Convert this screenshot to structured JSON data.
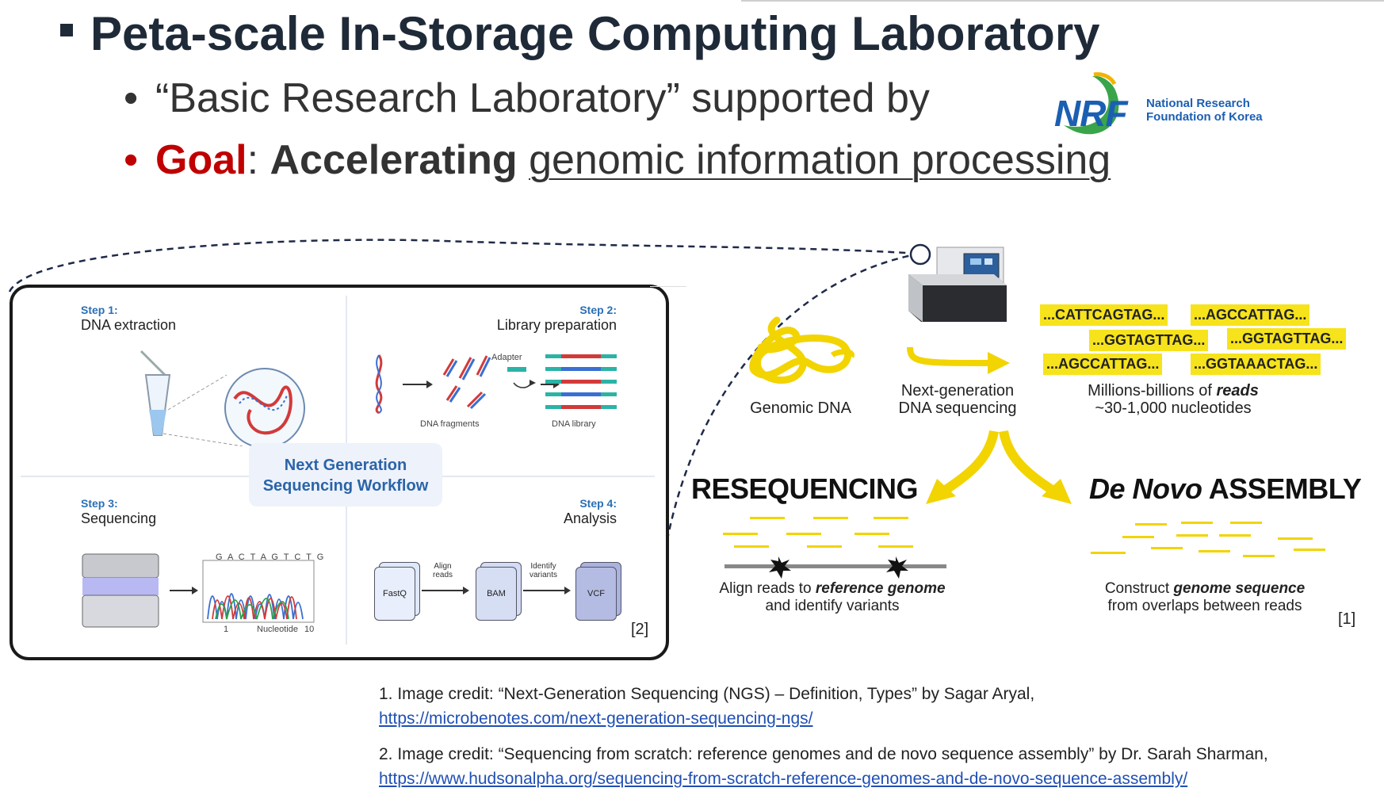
{
  "header": {
    "title": "Peta-scale In-Storage Computing Laboratory",
    "bullet1": "“Basic Research Laboratory” supported by",
    "goal_label": "Goal",
    "goal_sep": ": ",
    "goal_bold": "Accelerating",
    "goal_underlined": "genomic information processing",
    "colors": {
      "title": "#1f2a38",
      "goal": "#c00000",
      "nrf_blue": "#1b5fb3",
      "nrf_green": "#3aa44a"
    }
  },
  "logo": {
    "abbr": "NRF",
    "line1": "National Research",
    "line2": "Foundation of Korea"
  },
  "workflow": {
    "center_line1": "Next Generation",
    "center_line2": "Sequencing Workflow",
    "step1": {
      "label": "Step 1:",
      "name": "DNA extraction"
    },
    "step2": {
      "label": "Step 2:",
      "name": "Library preparation",
      "adapter": "Adapter",
      "fragments": "DNA fragments",
      "library": "DNA library"
    },
    "step3": {
      "label": "Step 3:",
      "name": "Sequencing",
      "bases": "G A C T A G T C T G",
      "axis": "Nucleotide",
      "tick_start": "1",
      "tick_end": "10"
    },
    "step4": {
      "label": "Step 4:",
      "name": "Analysis",
      "file1": "FastQ",
      "arrow1_line1": "Align",
      "arrow1_line2": "reads",
      "file2": "BAM",
      "arrow2_line1": "Identify",
      "arrow2_line2": "variants",
      "file3": "VCF"
    },
    "ref": "[2]"
  },
  "ngs": {
    "genomic_dna": "Genomic DNA",
    "sequencing_line1": "Next-generation",
    "sequencing_line2": "DNA sequencing",
    "reads": [
      "...CATTCAGTAG...",
      "...AGCCATTAG...",
      "...GGTAGTTAG...",
      "...GGTAGTTAG...",
      "...AGCCATTAG...",
      "...GGTAAACTAG..."
    ],
    "reads_caption_pre": "Millions-billions of ",
    "reads_caption_em": "reads",
    "reads_caption_line2": "~30-1,000  nucleotides",
    "reseq_title": "RESEQUENCING",
    "reseq_caption_pre": "Align reads to ",
    "reseq_caption_em": "reference genome",
    "reseq_caption_line2": "and identify variants",
    "denovo_italic": "De Novo",
    "denovo_rest": " ASSEMBLY",
    "denovo_caption_pre": "Construct ",
    "denovo_caption_em": "genome sequence",
    "denovo_caption_line2": "from overlaps between reads",
    "ref": "[1]",
    "yellow": "#f6e31c"
  },
  "credits": {
    "c1_text": "1. Image credit: “Next-Generation Sequencing (NGS) – Definition, Types” by Sagar Aryal,",
    "c1_link": "https://microbenotes.com/next-generation-sequencing-ngs/",
    "c2_text": "2. Image credit: “Sequencing from scratch: reference genomes and de novo sequence assembly” by Dr. Sarah Sharman,",
    "c2_link": "https://www.hudsonalpha.org/sequencing-from-scratch-reference-genomes-and-de-novo-sequence-assembly/"
  }
}
